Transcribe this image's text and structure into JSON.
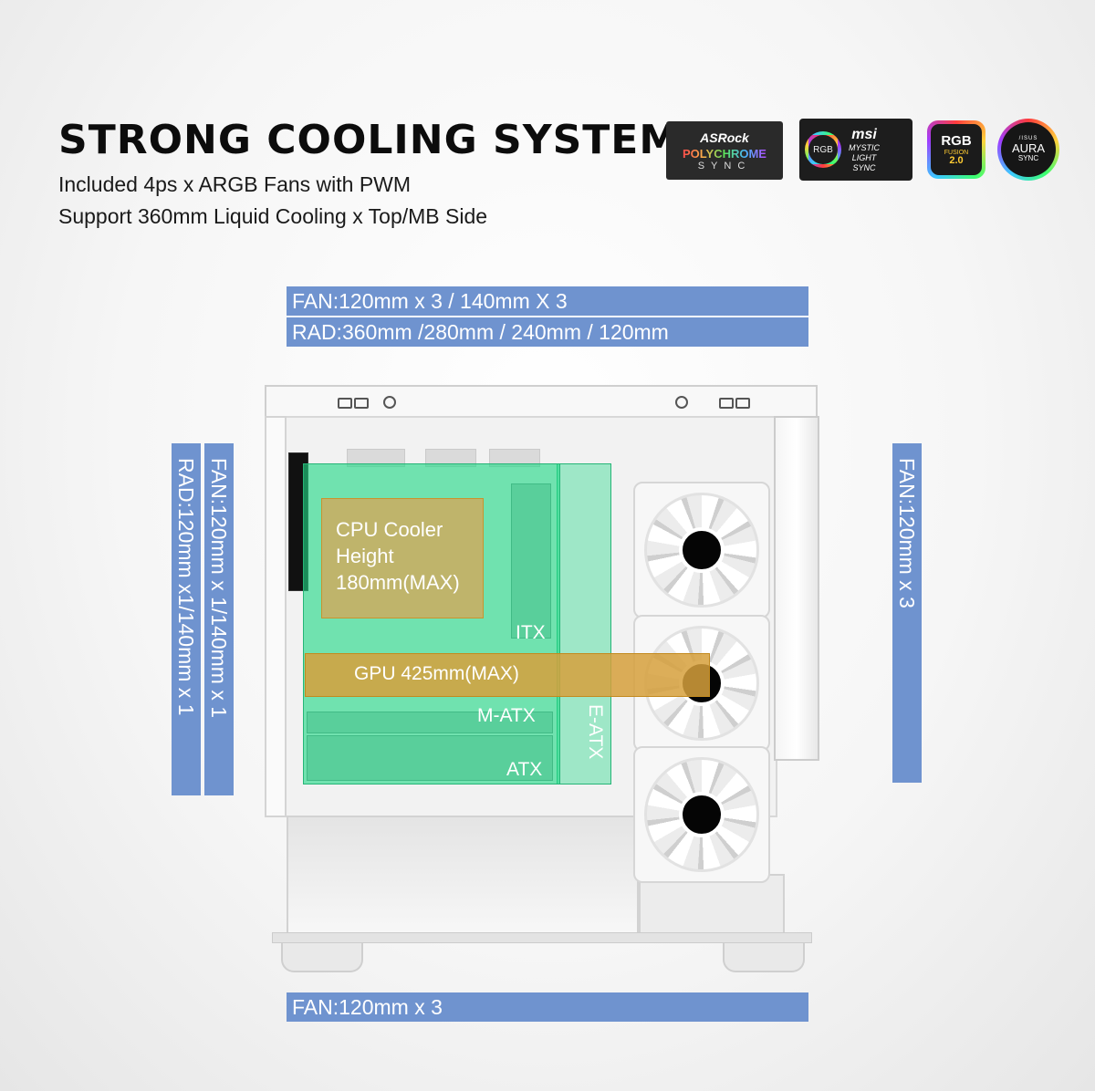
{
  "header": {
    "title": "STRONG COOLING SYSTEM",
    "line1": "Included 4ps x ARGB Fans with PWM",
    "line2": "Support 360mm Liquid Cooling x Top/MB Side"
  },
  "logos": {
    "asrock": {
      "brand": "ASRock",
      "line1": "POLYCHROME",
      "line2": "SYNC"
    },
    "msi": {
      "badge": "RGB",
      "brand": "msi",
      "line1": "MYSTIC",
      "line2": "LIGHT",
      "line3": "SYNC"
    },
    "gigabyte": {
      "line1": "RGB",
      "line2": "FUSION",
      "line3": "2.0"
    },
    "asus": {
      "brand": "/ISUS",
      "line1": "AURA",
      "line2": "SYNC"
    }
  },
  "specs": {
    "top_fan": "FAN:120mm x 3 / 140mm X 3",
    "top_rad": "RAD:360mm /280mm / 240mm / 120mm",
    "rear_rad": "RAD:120mm x1/140mm x 1",
    "rear_fan": "FAN:120mm x 1/140mm x 1",
    "side_fan": "FAN:120mm x 3",
    "bottom_fan": "FAN:120mm x 3"
  },
  "diagram": {
    "cpu_line1": "CPU Cooler",
    "cpu_line2": "Height",
    "cpu_line3": "180mm(MAX)",
    "gpu": "GPU 425mm(MAX)",
    "itx": "ITX",
    "matx": "M-ATX",
    "atx": "ATX",
    "eatx": "E-ATX"
  },
  "colors": {
    "bar": "#6f93cf",
    "motherboard_overlay": "#20d886",
    "cpu_overlay": "#d6a658",
    "gpu_overlay": "#d6a03c"
  }
}
